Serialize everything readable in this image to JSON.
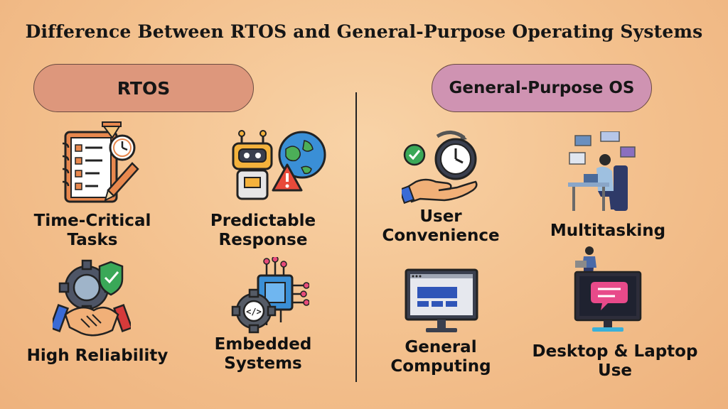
{
  "title": "Difference Between RTOS and General-Purpose Operating Systems",
  "left": {
    "heading": "RTOS",
    "items": [
      {
        "line1": "Time-Critical",
        "line2": "Tasks",
        "icon": "checklist-stopwatch-icon"
      },
      {
        "line1": "Predictable",
        "line2": "Response",
        "icon": "robot-globe-warning-icon"
      },
      {
        "line1": "High Reliability",
        "line2": "",
        "icon": "gear-shield-handshake-icon"
      },
      {
        "line1": "Embedded",
        "line2": "Systems",
        "icon": "chip-gear-code-icon"
      }
    ]
  },
  "right": {
    "heading": "General-Purpose OS",
    "items": [
      {
        "line1": "User",
        "line2": "Convenience",
        "icon": "hand-clock-check-icon"
      },
      {
        "line1": "Multitasking",
        "line2": "",
        "icon": "woman-desk-screens-icon"
      },
      {
        "line1": "General",
        "line2": "Computing",
        "icon": "computer-monitor-icon"
      },
      {
        "line1": "Desktop & Laptop",
        "line2": "Use",
        "icon": "monitor-chat-person-icon"
      }
    ]
  },
  "colors": {
    "rtos_pill": "#dd977c",
    "gpos_pill": "#cf93b2",
    "background": "#f3c08d"
  }
}
